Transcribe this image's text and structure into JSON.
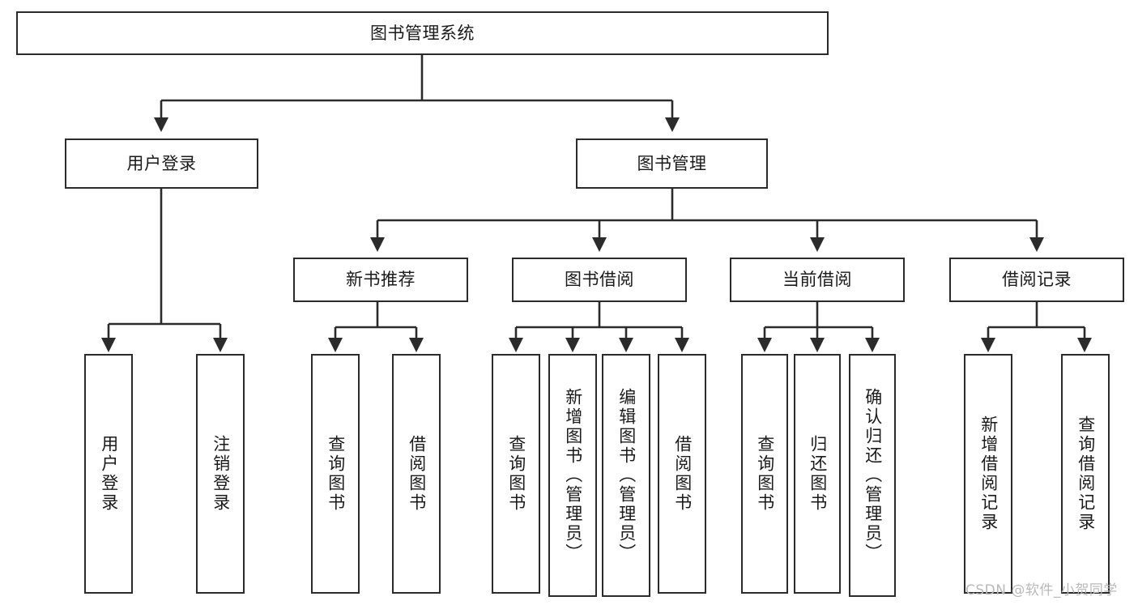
{
  "diagram": {
    "type": "tree-hierarchy",
    "title": "图书管理系统",
    "orientation": "top-down",
    "colors": {
      "box_border": "#2b2b2b",
      "box_fill": "#ffffff",
      "connector": "#2b2b2b",
      "text": "#1a1a1a",
      "watermark": "#b9b9b9",
      "background": "#ffffff"
    }
  },
  "root": {
    "label": "图书管理系统"
  },
  "level2": [
    {
      "label": "用户登录"
    },
    {
      "label": "图书管理"
    }
  ],
  "level3": [
    {
      "label": "新书推荐"
    },
    {
      "label": "图书借阅"
    },
    {
      "label": "当前借阅"
    },
    {
      "label": "借阅记录"
    }
  ],
  "leaves": {
    "user_login": [
      {
        "label": "用户登录"
      },
      {
        "label": "注销登录"
      }
    ],
    "new_book_recommend": [
      {
        "label": "查询图书"
      },
      {
        "label": "借阅图书"
      }
    ],
    "book_borrow": [
      {
        "label": "查询图书"
      },
      {
        "label": "新增图书（管理员）"
      },
      {
        "label": "编辑图书（管理员）"
      },
      {
        "label": "借阅图书"
      }
    ],
    "current_borrow": [
      {
        "label": "查询图书"
      },
      {
        "label": "归还图书"
      },
      {
        "label": "确认归还（管理员）"
      }
    ],
    "borrow_record": [
      {
        "label": "新增借阅记录"
      },
      {
        "label": "查询借阅记录"
      }
    ]
  },
  "watermark": {
    "text": "CSDN @软件_小贺同学"
  }
}
